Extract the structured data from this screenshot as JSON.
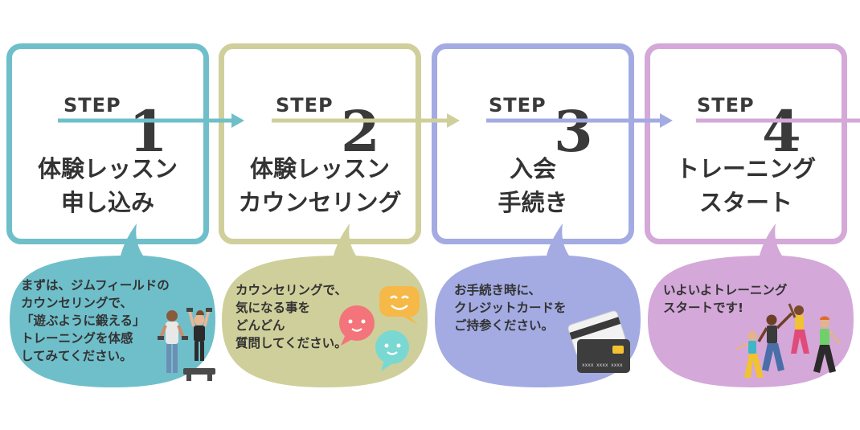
{
  "steps": [
    {
      "label": "STEP",
      "number": "1",
      "title": [
        "体験レッスン",
        "申し込み"
      ],
      "color": "#6fbfca",
      "bubble": [
        "まずは、ジムフィールドの",
        "カウンセリングで、",
        "「遊ぶように鍛える」",
        "トレーニングを体感",
        "してみてください。"
      ],
      "icon": "trainer-people-icon"
    },
    {
      "label": "STEP",
      "number": "2",
      "title": [
        "体験レッスン",
        "カウンセリング"
      ],
      "color": "#cfcf9b",
      "bubble": [
        "カウンセリングで、",
        "気になる事を",
        "どんどん",
        "質問してください。"
      ],
      "icon": "chat-emoji-icon"
    },
    {
      "label": "STEP",
      "number": "3",
      "title": [
        "入会",
        "手続き"
      ],
      "color": "#a3abe2",
      "bubble": [
        "お手続き時に、",
        "クレジットカードを",
        "ご持参ください。"
      ],
      "icon": "credit-card-icon"
    },
    {
      "label": "STEP",
      "number": "4",
      "title": [
        "トレーニング",
        "スタート"
      ],
      "color": "#d4a8d8",
      "bubble": [
        "いよいよトレーニング",
        "スタートです!"
      ],
      "icon": "dancers-icon"
    }
  ],
  "colors": {
    "teal": "#6fbfca",
    "olive": "#cfcf9b",
    "periwinkle": "#a3abe2",
    "lilac": "#d4a8d8",
    "text": "#333333"
  }
}
